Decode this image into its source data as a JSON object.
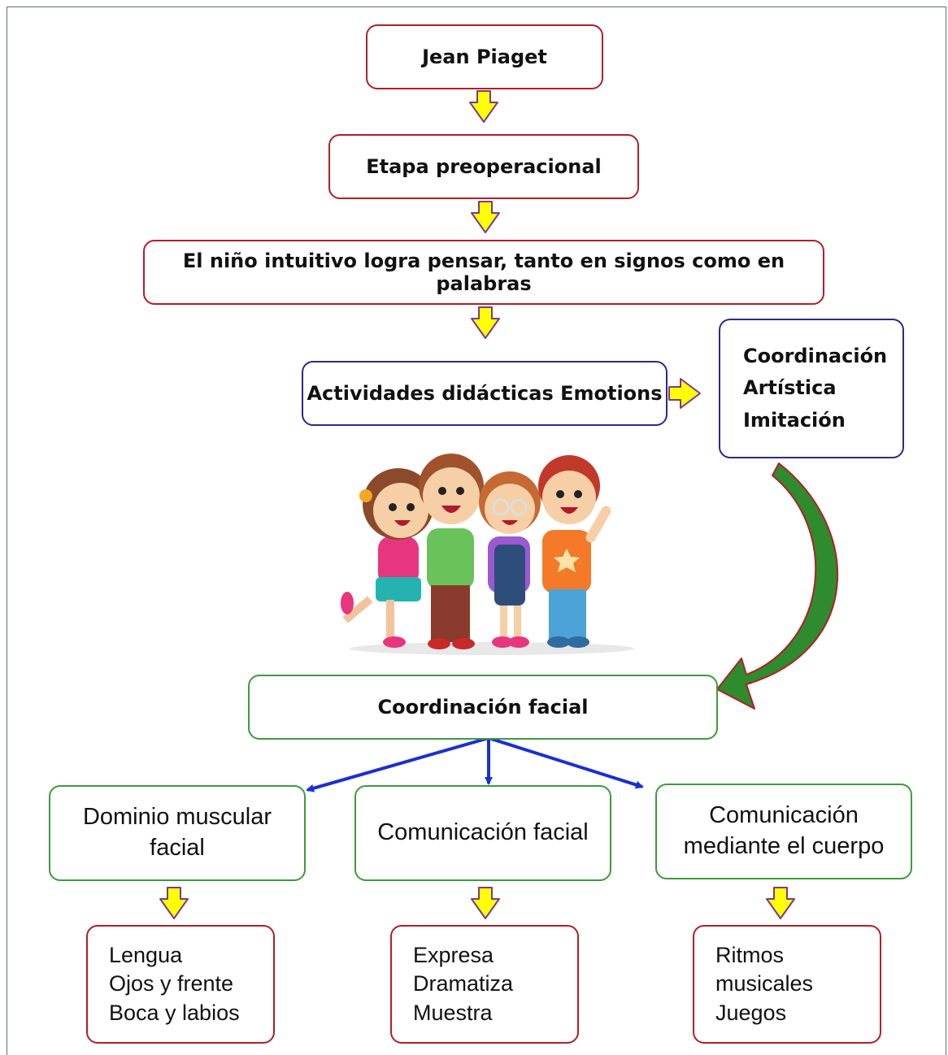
{
  "nodes": {
    "piaget": "Jean Piaget",
    "stage": "Etapa preoperacional",
    "thought": "El niño intuitivo logra pensar, tanto en signos como en palabras",
    "activities": "Actividades didácticas Emotions",
    "skills": [
      "Coordinación",
      "Artística",
      "Imitación"
    ],
    "facial": "Coordinación facial",
    "branches": [
      {
        "title": [
          "Dominio muscular",
          "facial"
        ],
        "items": [
          "Lengua",
          "Ojos y frente",
          "Boca y labios"
        ]
      },
      {
        "title": [
          "Comunicación facial"
        ],
        "items": [
          "Expresa",
          "Dramatiza",
          "Muestra"
        ]
      },
      {
        "title": [
          "Comunicación",
          "mediante el cuerpo"
        ],
        "items": [
          "Ritmos",
          "musicales",
          "Juegos"
        ]
      }
    ]
  },
  "colors": {
    "red_border": "#b02028",
    "blue_border": "#2a2a8a",
    "green_border": "#3f9a3f",
    "yellow_arrow": "#ffff00",
    "arrow_outline": "#7a3a8a",
    "blue_arrow": "#1a2fd0",
    "green_arrow": "#2e8b2e"
  },
  "illustration": "four-children-hugging"
}
